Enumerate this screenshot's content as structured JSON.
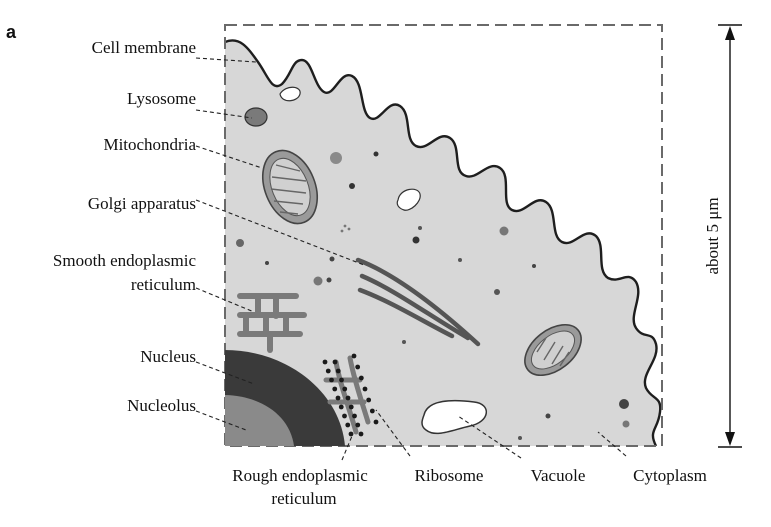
{
  "figure": {
    "panel_letter": "a",
    "scale_label": "about 5 μm"
  },
  "labels": {
    "cell_membrane": "Cell membrane",
    "lysosome": "Lysosome",
    "mitochondria": "Mitochondria",
    "golgi_apparatus": "Golgi apparatus",
    "smooth_er_line1": "Smooth endoplasmic",
    "smooth_er_line2": "reticulum",
    "nucleus": "Nucleus",
    "nucleolus": "Nucleolus",
    "rough_er_line1": "Rough endoplasmic",
    "rough_er_line2": "reticulum",
    "ribosome": "Ribosome",
    "vacuole": "Vacuole",
    "cytoplasm": "Cytoplasm"
  },
  "colors": {
    "cytoplasm": "#d7d7d7",
    "nucleus": "#3a3a3a",
    "nucleolus": "#8a8a8a",
    "organelle": "#7a7a7a",
    "membrane": "#1e1e1e",
    "frame": "#6a6a6a"
  }
}
